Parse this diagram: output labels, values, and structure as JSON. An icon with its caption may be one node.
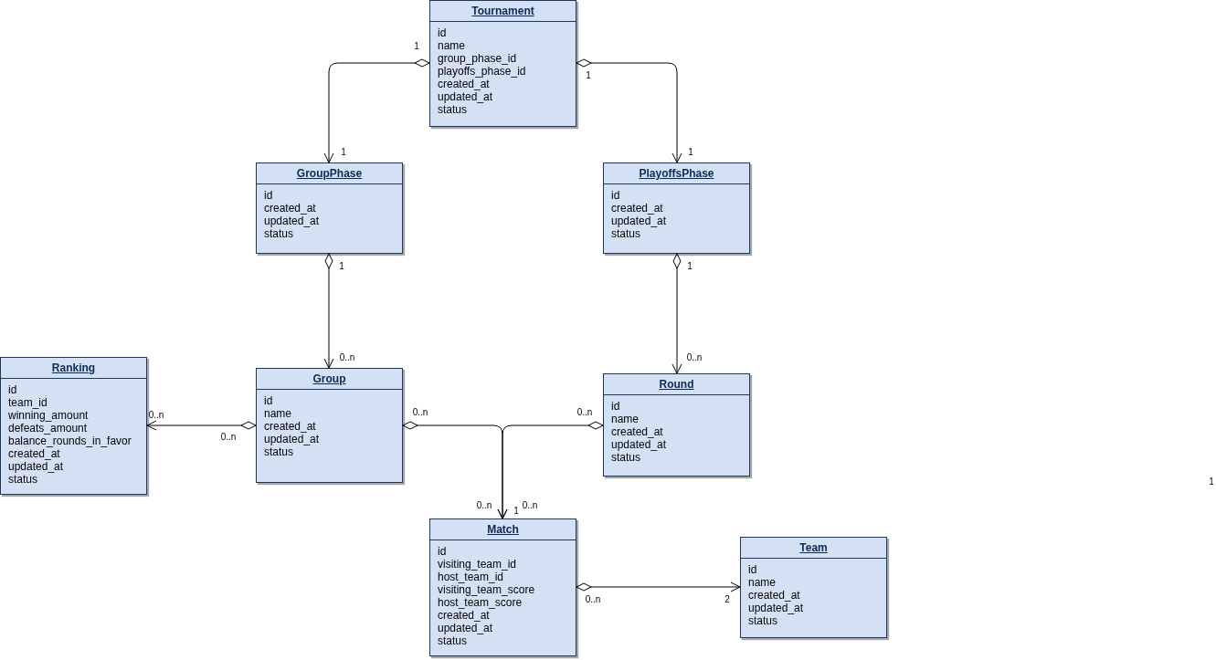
{
  "diagram": {
    "nodes": [
      {
        "text": [
          "Tournament",
          "id",
          "name",
          "group_phase_id",
          "playoffs_phase_id",
          "created_at",
          "updated_at",
          "status"
        ]
      },
      {
        "text": [
          "GroupPhase",
          "id",
          "created_at",
          "updated_at",
          "status"
        ]
      },
      {
        "text": [
          "PlayoffsPhase",
          "id",
          "created_at",
          "updated_at",
          "status"
        ]
      },
      {
        "text": [
          "Ranking",
          "id",
          "team_id",
          "winning_amount",
          "defeats_amount",
          "balance_rounds_in_favor",
          "created_at",
          "updated_at",
          "status"
        ]
      },
      {
        "text": [
          "Group",
          "id",
          "name",
          "created_at",
          "updated_at",
          "status"
        ]
      },
      {
        "text": [
          "Round",
          "id",
          "name",
          "created_at",
          "updated_at",
          "status"
        ]
      },
      {
        "text": [
          "Match",
          "id",
          "visiting_team_id",
          "host_team_id",
          "visiting_team_score",
          "host_team_score",
          "created_at",
          "updated_at",
          "status"
        ]
      },
      {
        "text": [
          "Team",
          "id",
          "name",
          "created_at",
          "updated_at",
          "status"
        ]
      }
    ],
    "edges": [
      {
        "from": 0,
        "to": 1,
        "arrow": "to"
      },
      {
        "from": 0,
        "to": 2,
        "arrow": "to"
      },
      {
        "from": 1,
        "to": 4,
        "arrow": "to"
      },
      {
        "from": 2,
        "to": 5,
        "arrow": "to"
      },
      {
        "from": 4,
        "to": 3,
        "arrow": "to"
      },
      {
        "from": 4,
        "to": 6,
        "arrow": "to"
      },
      {
        "from": 5,
        "to": 6,
        "arrow": "to"
      },
      {
        "from": 6,
        "to": 7,
        "arrow": "to"
      }
    ],
    "labels": [
      "1",
      "1",
      "1",
      "1",
      "1",
      "1",
      "0..n",
      "0..n",
      "0..n",
      "0..n",
      "0..n",
      "0..n",
      "1",
      "0..n",
      "1",
      "0..n",
      "0..n",
      "2"
    ]
  }
}
